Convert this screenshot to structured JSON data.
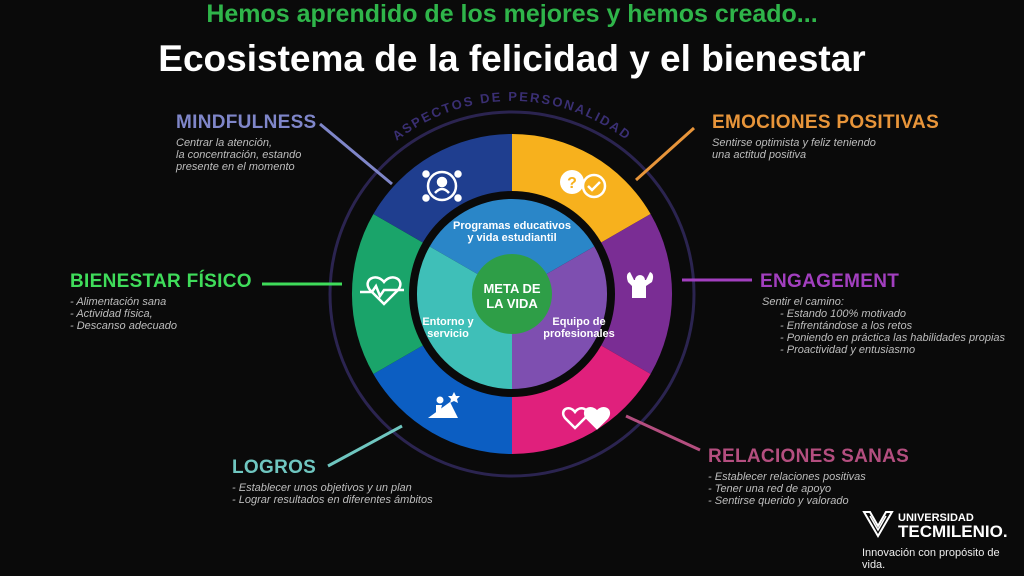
{
  "header": {
    "subtitle": "Hemos aprendido de los mejores y hemos creado...",
    "title": "Ecosistema de la felicidad y el bienestar"
  },
  "ring_label": "ASPECTOS DE PERSONALIDAD",
  "center": {
    "line1": "META DE",
    "line2": "LA VIDA",
    "color": "#2e9e47"
  },
  "inner": {
    "top": {
      "line1": "Programas educativos",
      "line2": "y vida estudiantil",
      "color": "#2a86c8"
    },
    "right": {
      "line1": "Equipo de",
      "line2": "profesionales",
      "color": "#7e4fb0"
    },
    "left": {
      "line1": "Entorno y",
      "line2": "servicio",
      "color": "#3fbfb8"
    }
  },
  "categories": {
    "mindfulness": {
      "title": "MINDFULNESS",
      "color": "#7f86c9",
      "segment_color": "#1f3e8f",
      "icon": "people-network-icon",
      "lines": [
        "Centrar la atención,",
        "la concentración, estando",
        "presente en el momento"
      ]
    },
    "emociones": {
      "title": "EMOCIONES POSITIVAS",
      "color": "#e8953a",
      "segment_color": "#f7b11d",
      "icon": "speech-bubbles-icon",
      "lines": [
        "Sentirse optimista y feliz teniendo",
        "una actitud positiva"
      ]
    },
    "engagement": {
      "title": "ENGAGEMENT",
      "color": "#a23fbf",
      "segment_color": "#7a2d94",
      "icon": "strong-person-icon",
      "intro": "Sentir el camino:",
      "items": [
        "Estando 100% motivado",
        "Enfrentándose a los retos",
        "Poniendo en práctica las habilidades propias",
        "Proactividad y entusiasmo"
      ]
    },
    "relaciones": {
      "title": "RELACIONES SANAS",
      "color": "#b44e7f",
      "segment_color": "#e0207c",
      "icon": "hearts-icon",
      "items": [
        "Establecer relaciones positivas",
        "Tener una red de apoyo",
        "Sentirse querido y valorado"
      ]
    },
    "logros": {
      "title": "LOGROS",
      "color": "#6fc6c0",
      "segment_color": "#0c5ec2",
      "icon": "climber-star-icon",
      "items": [
        "Establecer unos objetivos y un plan",
        "Lograr resultados en diferentes ámbitos"
      ]
    },
    "bienestar": {
      "title": "BIENESTAR FÍSICO",
      "color": "#3fdc5a",
      "segment_color": "#1aa46a",
      "icon": "heartbeat-icon",
      "items": [
        "Alimentación sana",
        "Actividad física,",
        "Descanso adecuado"
      ]
    }
  },
  "logo": {
    "line1": "UNIVERSIDAD",
    "line2": "TECMILENIO.",
    "tagline": "Innovación con propósito de vida."
  }
}
